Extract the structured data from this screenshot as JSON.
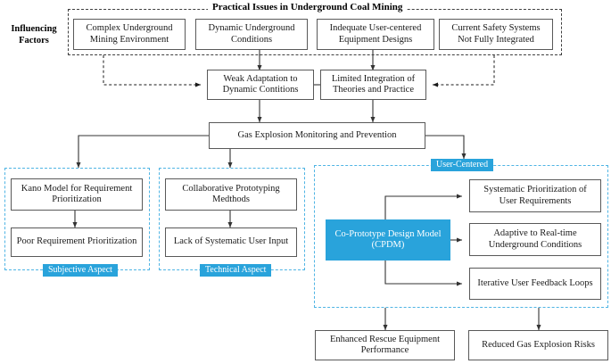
{
  "figure": {
    "title": "Practical Issues in Underground Coal Mining",
    "side_label": "Influencing\nFactors",
    "accent_color": "#29A3DB",
    "box_border_color": "#595959",
    "dashed_dark_color": "#3f3f3f",
    "dashed_blue_color": "#4FB4E4"
  },
  "influencing_factors": [
    {
      "id": "f1",
      "label": "Complex Underground\nMining Environment"
    },
    {
      "id": "f2",
      "label": "Dynamic Underground\nConditions"
    },
    {
      "id": "f3",
      "label": "Indequate User-centered\nEquipment Designs"
    },
    {
      "id": "f4",
      "label": "Current Safety Systems\nNot Fully Integrated"
    }
  ],
  "problems": [
    {
      "id": "p1",
      "label": "Weak Adaptation to\nDynamic Contitions"
    },
    {
      "id": "p2",
      "label": "Limited Integration of\nTheories and Practice"
    }
  ],
  "core": {
    "id": "core",
    "label": "Gas Explosion Monitoring and Prevention"
  },
  "groups": {
    "subjective": {
      "tag": "Subjective Aspect",
      "nodes": [
        {
          "id": "s1",
          "label": "Kano Model for Requirement\nPrioritization"
        },
        {
          "id": "s2",
          "label": "Poor Requirement Prioritization"
        }
      ]
    },
    "technical": {
      "tag": "Technical Aspect",
      "nodes": [
        {
          "id": "t1",
          "label": "Collaborative Prototyping\nMedthods"
        },
        {
          "id": "t2",
          "label": "Lack of Systematic User Input"
        }
      ]
    },
    "user_centered": {
      "tag": "User-Centered",
      "model": {
        "id": "cpdm",
        "label": "Co-Prototype Design Model\n(CPDM)"
      },
      "outcomes": [
        {
          "id": "u1",
          "label": "Systematic Prioritization of\nUser Requirements"
        },
        {
          "id": "u2",
          "label": "Adaptive to Real-time\nUnderground Conditions"
        },
        {
          "id": "u3",
          "label": "Iterative User Feedback Loops"
        }
      ]
    }
  },
  "results": [
    {
      "id": "r1",
      "label": "Enhanced Rescue Equipment\nPerformance"
    },
    {
      "id": "r2",
      "label": "Reduced Gas Explosion Risks"
    }
  ]
}
